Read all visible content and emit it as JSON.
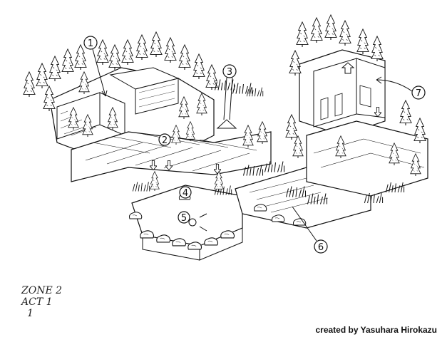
{
  "callouts": [
    {
      "num": "1"
    },
    {
      "num": "2"
    },
    {
      "num": "3"
    },
    {
      "num": "4"
    },
    {
      "num": "5"
    },
    {
      "num": "6"
    },
    {
      "num": "7"
    }
  ],
  "zone_note": {
    "line1": "ZONE 2",
    "line2": "ACT 1",
    "line3": "1"
  },
  "credit": "created by Yasuhara Hirokazu"
}
